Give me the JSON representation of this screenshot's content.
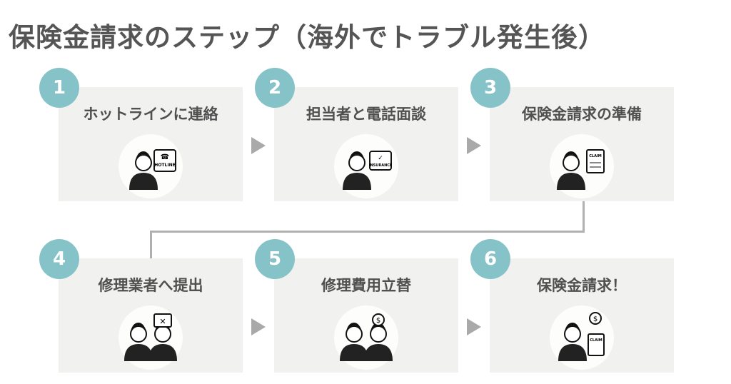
{
  "title": "保険金請求のステップ（海外でトラブル発生後）",
  "steps": [
    {
      "number": "1",
      "label": "ホットラインに連絡",
      "icon": "person-calling-hotline-icon",
      "tag": "HOTLINE"
    },
    {
      "number": "2",
      "label": "担当者と電話面談",
      "icon": "agent-on-phone-insurance-icon",
      "tag": "INSURANCE"
    },
    {
      "number": "3",
      "label": "保険金請求の準備",
      "icon": "person-writing-claim-icon",
      "tag": "CLAIM"
    },
    {
      "number": "4",
      "label": "修理業者へ提出",
      "icon": "repair-handover-icon",
      "tag": ""
    },
    {
      "number": "5",
      "label": "修理費用立替",
      "icon": "paying-repair-cost-icon",
      "tag": "$"
    },
    {
      "number": "6",
      "label": "保険金請求！",
      "icon": "claim-submission-icon",
      "tag": "CLAIM"
    }
  ],
  "colors": {
    "badge": "#86c3c9",
    "box": "#f1f1f0",
    "arrow": "#a9a9a9",
    "text": "#505050"
  }
}
